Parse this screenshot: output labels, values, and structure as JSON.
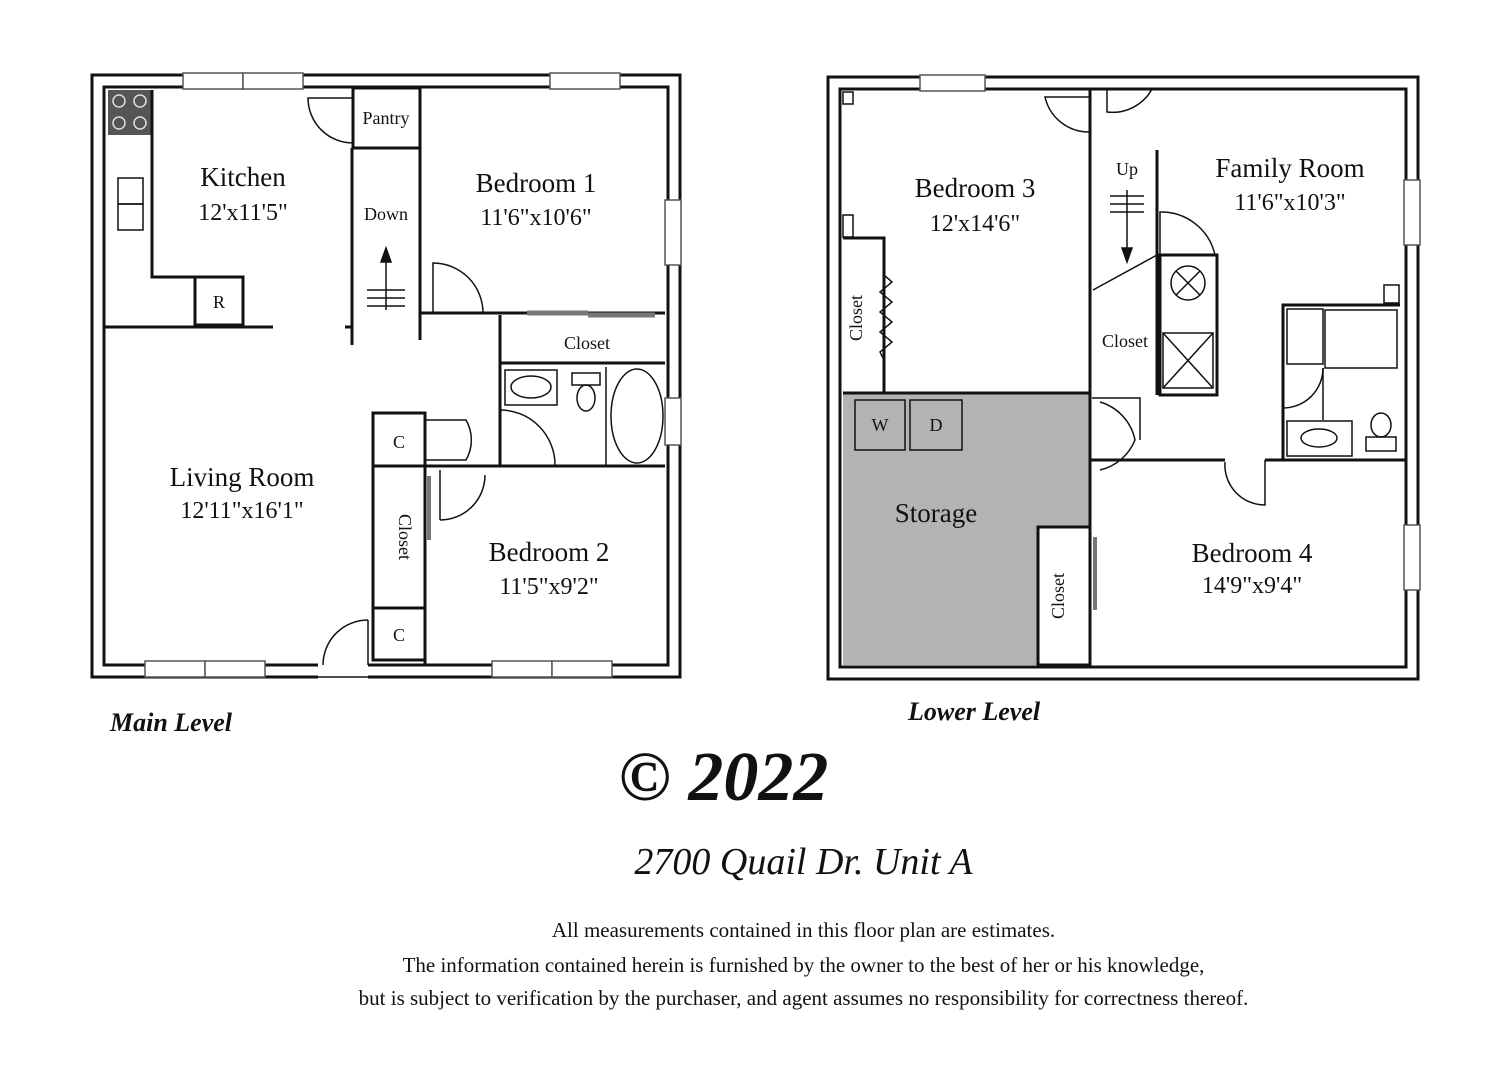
{
  "main_level": {
    "label": "Main Level",
    "rooms": {
      "kitchen": {
        "name": "Kitchen",
        "size": "12'x11'5\""
      },
      "bedroom1": {
        "name": "Bedroom 1",
        "size": "11'6\"x10'6\""
      },
      "living": {
        "name": "Living Room",
        "size": "12'11\"x16'1\""
      },
      "bedroom2": {
        "name": "Bedroom 2",
        "size": "11'5\"x9'2\""
      }
    },
    "pantry": "Pantry",
    "stairs": "Down",
    "closet": "Closet",
    "c": "C",
    "refrigerator": "R"
  },
  "lower_level": {
    "label": "Lower Level",
    "rooms": {
      "bedroom3": {
        "name": "Bedroom 3",
        "size": "12'x14'6\""
      },
      "family": {
        "name": "Family Room",
        "size": "11'6\"x10'3\""
      },
      "storage": {
        "name": "Storage"
      },
      "bedroom4": {
        "name": "Bedroom 4",
        "size": "14'9\"x9'4\""
      }
    },
    "stairs": "Up",
    "closet": "Closet",
    "washer": "W",
    "dryer": "D",
    "storage_color": "#b3b3b6"
  },
  "copyright": "© 2022",
  "address": "2700 Quail Dr. Unit A",
  "disclaimer": [
    "All measurements contained in this floor plan are estimates.",
    "The information contained herein is furnished by the owner to the best of her or his knowledge,",
    "but is subject to verification by the purchaser, and agent assumes no responsibility for correctness thereof."
  ]
}
